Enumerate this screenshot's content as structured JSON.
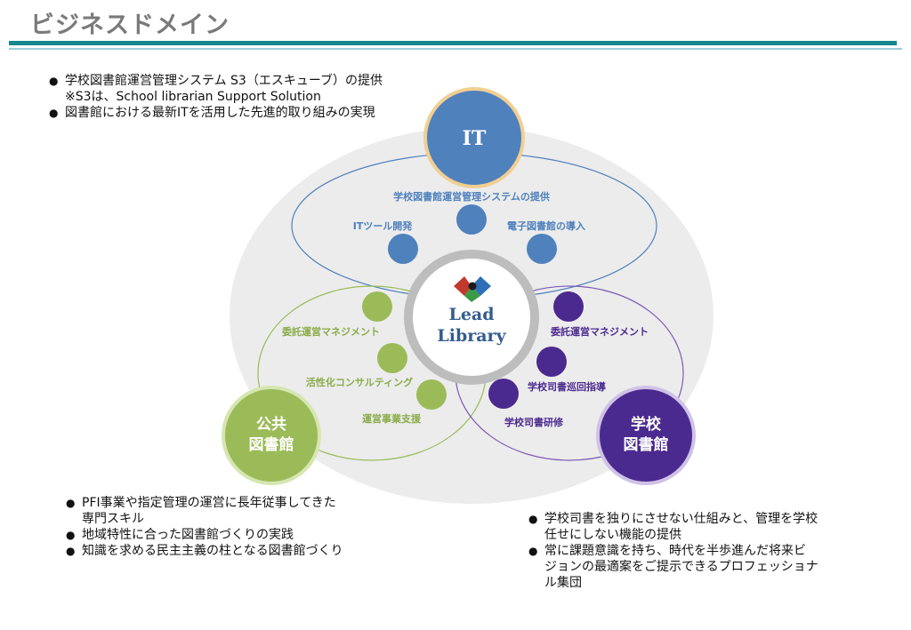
{
  "header": {
    "title": "ビジネスドメイン"
  },
  "top_bullets": [
    {
      "text": "学校図書館運営管理システム S3（エスキューブ）の提供",
      "note_prefix": "※S3は、",
      "note_rest": "School librarian Support Solution"
    },
    {
      "text": "図書館における最新ITを活用した先進的取り組みの実現"
    }
  ],
  "diagram": {
    "center": {
      "line1": "Lead",
      "line2": "Library"
    },
    "it": {
      "label": "IT",
      "items": [
        "学校図書館運営管理システムの提供",
        "ITツール開発",
        "電子図書館の導入"
      ]
    },
    "public": {
      "label_line1": "公共",
      "label_line2": "図書館",
      "items": [
        "委託運営マネジメント",
        "活性化コンサルティング",
        "運営事業支援"
      ]
    },
    "school": {
      "label_line1": "学校",
      "label_line2": "図書館",
      "items": [
        "委託運営マネジメント",
        "学校司書巡回指導",
        "学校司書研修"
      ]
    },
    "colors": {
      "it": "#4f81bd",
      "public": "#9bbb59",
      "school": "#4b2a8f",
      "backdrop": "#ececec"
    }
  },
  "left_bullets": [
    {
      "line1": "PFI事業や指定管理の運営に長年従事してきた",
      "line2": "専門スキル"
    },
    {
      "line1": "地域特性に合った図書館づくりの実践"
    },
    {
      "line1": "知識を求める民主主義の柱となる図書館づくり"
    }
  ],
  "right_bullets": [
    {
      "line1": "学校司書を独りにさせない仕組みと、管理を学校",
      "line2": "任せにしない機能の提供"
    },
    {
      "line1": "常に課題意識を持ち、時代を半歩進んだ将来ビ",
      "line2": "ジョンの最適案をご提示できるプロフェッショナ",
      "line3": "ル集団"
    }
  ]
}
